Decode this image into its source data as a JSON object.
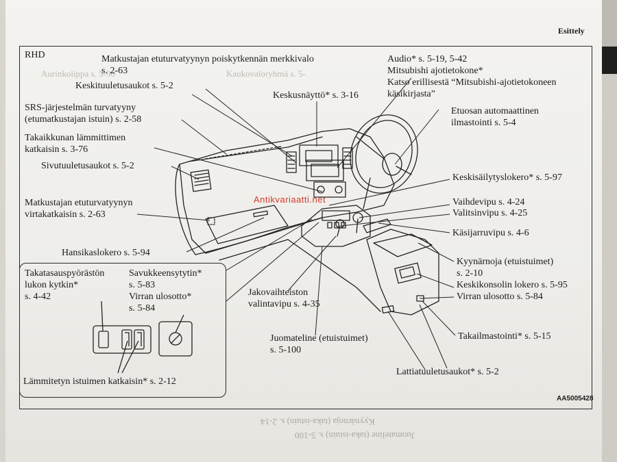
{
  "header": {
    "section_title": "Esittely"
  },
  "figure": {
    "drive_side": "RHD",
    "code": "AA5005428",
    "watermark": "Antikvariaatti.net",
    "labels": {
      "passenger_airbag_lamp": "Matkustajan etuturvatyynyn poiskytkennän merkkivalo",
      "passenger_airbag_lamp_page": "s. 2-63",
      "center_vents": "Keskituuletusaukot s. 5-2",
      "srs_airbag": "SRS-järjestelmän turvatyyny",
      "srs_airbag_2": "(etumatkustajan istuin) s. 2-58",
      "rear_defogger": "Takaikkunan lämmittimen",
      "rear_defogger_2": "katkaisin s. 3-76",
      "side_vents": "Sivutuuletusaukot s. 5-2",
      "passenger_airbag_switch": "Matkustajan etuturvatyynyn",
      "passenger_airbag_switch_2": "virtakatkaisin s. 2-63",
      "glovebox": "Hansikaslokero s. 5-94",
      "audio": "Audio* s. 5-19, 5-42",
      "audio_2": "Mitsubishi ajotietokone*",
      "audio_3": "Katso erillisestä “Mitsubishi-ajotietokoneen",
      "audio_4": "käsikirjasta”",
      "center_display": "Keskusnäyttö* s. 3-16",
      "auto_climate": "Etuosan automaattinen",
      "auto_climate_2": "ilmastointi s. 5-4",
      "center_storage": "Keskisäilytyslokero* s. 5-97",
      "gear_lever": "Vaihdevipu s. 4-24",
      "selector_lever": "Valitsinvipu s. 4-25",
      "handbrake": "Käsijarruvipu s. 4-6",
      "armrest": "Kyynärnoja (etuistuimet)",
      "armrest_2": "s. 2-10",
      "console_box": "Keskikonsolin lokero s. 5-95",
      "power_outlet": "Virran ulosotto s. 5-84",
      "transfer_lever": "Jakovaihteiston",
      "transfer_lever_2": "valintavipu s. 4-35",
      "cupholder": "Juomateline (etuistuimet)",
      "cupholder_2": "s. 5-100",
      "rear_ac": "Takailmastointi* s. 5-15",
      "floor_vents": "Lattiatuuletusaukot* s. 5-2"
    },
    "inset": {
      "rear_diff_lock": "Takatasauspyörästön",
      "rear_diff_lock_2": "lukon kytkin*",
      "rear_diff_lock_3": "s. 4-42",
      "cigarette_lighter": "Savukkeensytytin*",
      "cigarette_lighter_2": "s. 5-83",
      "inset_power_outlet": "Virran ulosotto*",
      "inset_power_outlet_2": "s. 5-84",
      "seat_heater": "Lämmitetyn istuimen katkaisin* s. 2-12"
    }
  }
}
